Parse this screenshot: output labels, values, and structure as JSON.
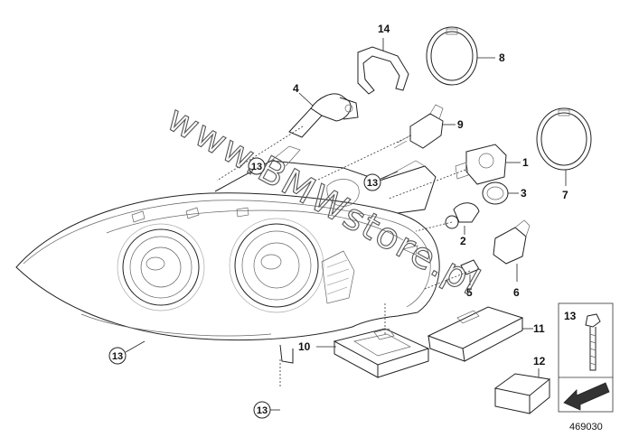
{
  "diagram": {
    "reference_number": "469030",
    "watermark": "www.BMWstore.pl",
    "callouts": [
      {
        "id": "1",
        "label": "1"
      },
      {
        "id": "2",
        "label": "2"
      },
      {
        "id": "3",
        "label": "3"
      },
      {
        "id": "4",
        "label": "4"
      },
      {
        "id": "5",
        "label": "5"
      },
      {
        "id": "6",
        "label": "6"
      },
      {
        "id": "7",
        "label": "7"
      },
      {
        "id": "8",
        "label": "8"
      },
      {
        "id": "9",
        "label": "9"
      },
      {
        "id": "10",
        "label": "10"
      },
      {
        "id": "11",
        "label": "11"
      },
      {
        "id": "12",
        "label": "12"
      },
      {
        "id": "13",
        "label": "13"
      },
      {
        "id": "14",
        "label": "14"
      }
    ],
    "circled_callouts": [
      "13",
      "13",
      "13",
      "13"
    ]
  }
}
